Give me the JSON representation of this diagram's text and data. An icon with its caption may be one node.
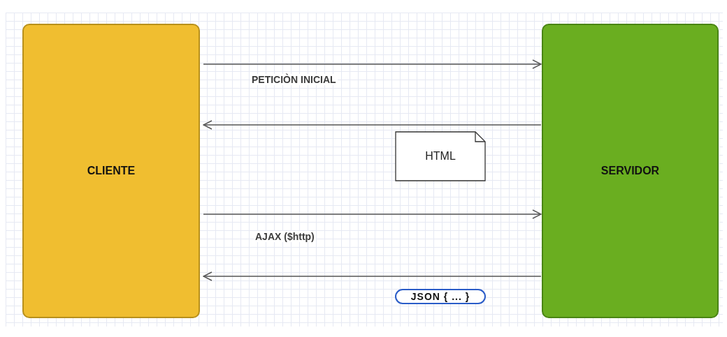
{
  "diagram": {
    "nodes": [
      {
        "text": [
          "CLIENTE"
        ]
      },
      {
        "text": [
          "SERVIDOR"
        ]
      },
      {
        "text": [
          "HTML"
        ]
      },
      {
        "text": [
          "JSON { ... }"
        ]
      }
    ],
    "edges": [
      {
        "from": 0,
        "to": 1,
        "arrow": "to",
        "label": "PETICIÒN INICIAL"
      },
      {
        "from": 1,
        "to": 0,
        "arrow": "to"
      },
      {
        "from": 0,
        "to": 1,
        "arrow": "to",
        "label": "AJAX ($http)"
      },
      {
        "from": 1,
        "to": 0,
        "arrow": "to"
      }
    ]
  }
}
